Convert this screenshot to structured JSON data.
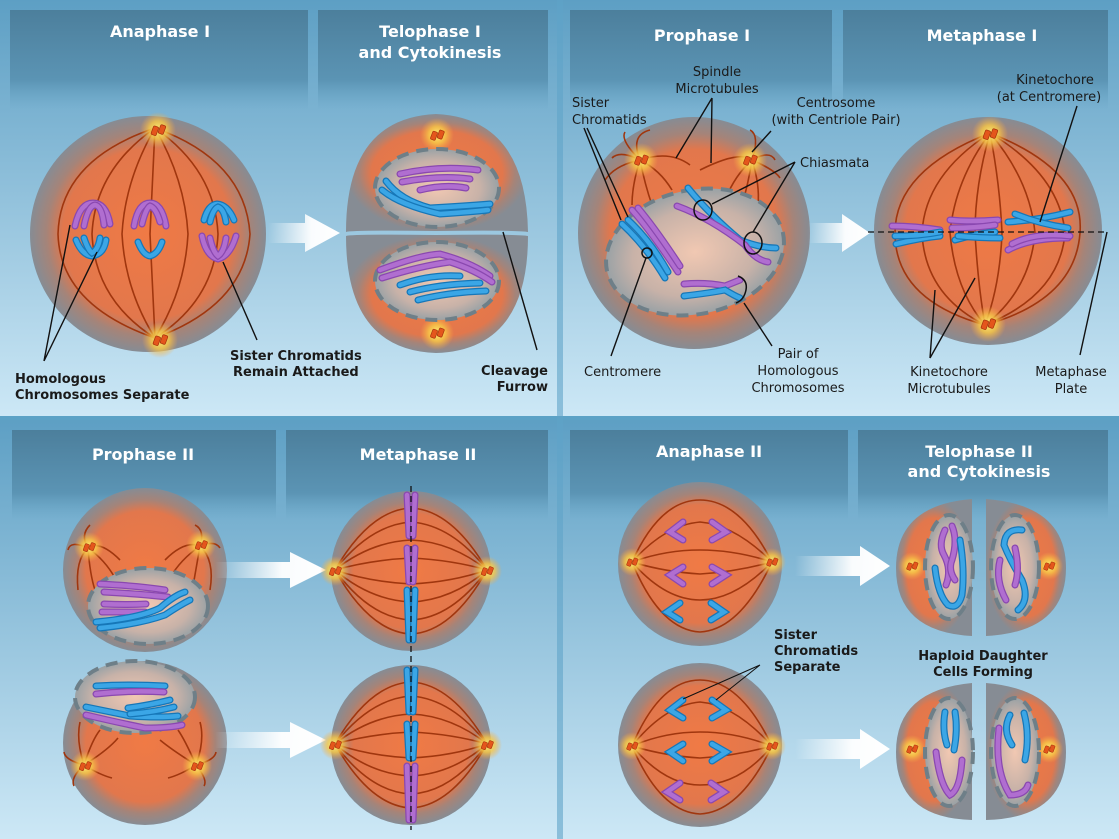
{
  "colors": {
    "background": "#5ba2c6",
    "panel_header": "#4f84a0",
    "cell_outer": "#8c8f96",
    "cytoplasm": "#ea7644",
    "maternal_chromosome": "#b06ed0",
    "paternal_chromosome": "#3ba6e6",
    "centrosome": "#e4561c",
    "label_text": "#1a1a1a",
    "title_text": "#ffffff"
  },
  "meiosis_I": {
    "prophase_I": {
      "title": "Prophase I",
      "labels": {
        "sister_chromatids": [
          "Sister",
          "Chromatids"
        ],
        "spindle_microtubules": [
          "Spindle",
          "Microtubules"
        ],
        "centrosome": [
          "Centrosome",
          "(with Centriole Pair)"
        ],
        "chiasmata": "Chiasmata",
        "centromere": "Centromere",
        "pair_homologous": [
          "Pair of",
          "Homologous",
          "Chromosomes"
        ]
      }
    },
    "metaphase_I": {
      "title": "Metaphase I",
      "labels": {
        "kinetochore": [
          "Kinetochore",
          "(at Centromere)"
        ],
        "kinetochore_microtubules": [
          "Kinetochore",
          "Microtubules"
        ],
        "metaphase_plate": [
          "Metaphase",
          "Plate"
        ]
      }
    },
    "anaphase_I": {
      "title": "Anaphase I",
      "labels": {
        "homologous_separate": [
          "Homologous",
          "Chromosomes Separate"
        ],
        "sister_attached": [
          "Sister Chromatids",
          "Remain Attached"
        ]
      }
    },
    "telophase_I": {
      "title": [
        "Telophase I",
        "and Cytokinesis"
      ],
      "labels": {
        "cleavage_furrow": [
          "Cleavage",
          "Furrow"
        ]
      }
    }
  },
  "meiosis_II": {
    "prophase_II": {
      "title": "Prophase II"
    },
    "metaphase_II": {
      "title": "Metaphase II"
    },
    "anaphase_II": {
      "title": "Anaphase II",
      "labels": {
        "sister_separate": [
          "Sister",
          "Chromatids",
          "Separate"
        ]
      }
    },
    "telophase_II": {
      "title": [
        "Telophase II",
        "and Cytokinesis"
      ],
      "labels": {
        "haploid_forming": [
          "Haploid Daughter",
          "Cells Forming"
        ]
      }
    }
  }
}
